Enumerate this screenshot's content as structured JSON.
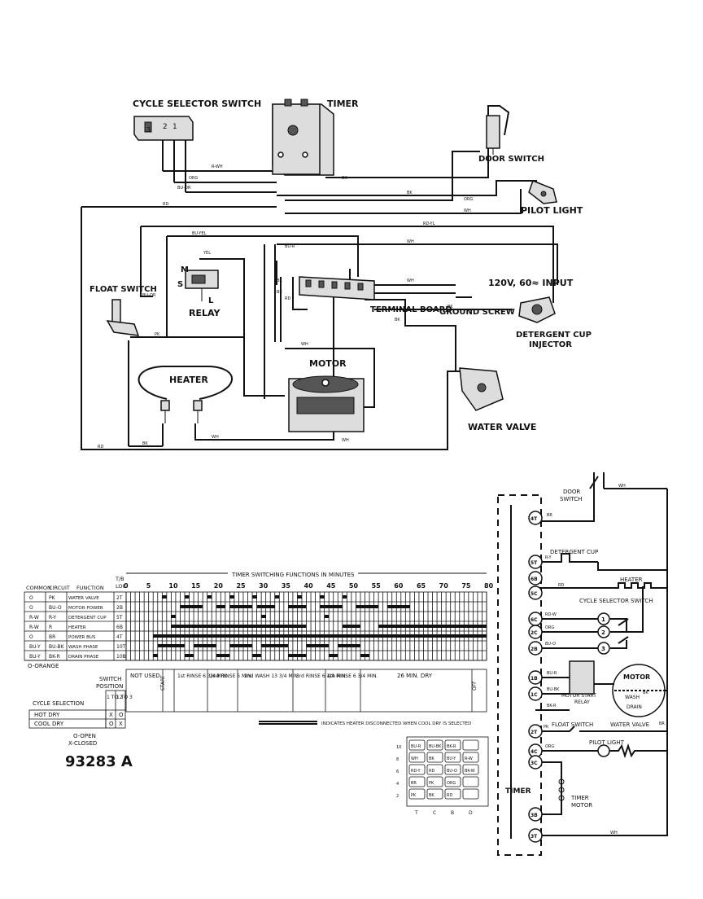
{
  "pictorial": {
    "cycle_selector_switch": "CYCLE SELECTOR SWITCH",
    "timer": "TIMER",
    "door_switch": "DOOR SWITCH",
    "pilot_light": "PILOT LIGHT",
    "relay": "RELAY",
    "float_switch": "FLOAT SWITCH",
    "terminal_board": "TERMINAL BOARD",
    "input": "120V, 60≈ INPUT",
    "ground_screw": "GROUND SCREW",
    "detergent_cup_line1": "DETERGENT CUP",
    "detergent_cup_line2": "INJECTOR",
    "heater": "HEATER",
    "motor": "MOTOR",
    "water_valve": "WATER VALVE",
    "relay_m": "M",
    "relay_s": "S",
    "relay_l": "L",
    "wire_labels": [
      "R-WH",
      "ORG",
      "BU-OR",
      "BK",
      "BK",
      "ORG",
      "WH",
      "YEL",
      "BU-YEL",
      "RD-YL",
      "RD",
      "BU-R",
      "WH",
      "WH",
      "BK",
      "BU-OR",
      "BK",
      "RD",
      "WH",
      "BK",
      "PK",
      "BK",
      "RD",
      "WH",
      "BK",
      "WH"
    ]
  },
  "chart": {
    "header": "TIMER SWITCHING FUNCTIONS IN MINUTES",
    "col_common": "COMMON",
    "col_circuit": "CIRCUIT",
    "col_function": "FUNCTION",
    "col_tb_line1": "T/B",
    "col_tb_line2": "LOC",
    "minutes": [
      "0",
      "5",
      "10",
      "15",
      "20",
      "25",
      "30",
      "35",
      "40",
      "45",
      "50",
      "55",
      "60",
      "65",
      "70",
      "75",
      "80"
    ],
    "rows": [
      {
        "common": "O",
        "circuit": "PK",
        "function": "WATER VALVE",
        "loc": "2T"
      },
      {
        "common": "O",
        "circuit": "BU-O",
        "function": "MOTOR POWER",
        "loc": "2B"
      },
      {
        "common": "R-W",
        "circuit": "R-Y",
        "function": "DETERGENT CUP",
        "loc": "5T"
      },
      {
        "common": "R-W",
        "circuit": "R",
        "function": "HEATER",
        "loc": "6B"
      },
      {
        "common": "O",
        "circuit": "BR",
        "function": "POWER BUS",
        "loc": "4T"
      },
      {
        "common": "BU-Y",
        "circuit": "BU-BK",
        "function": "WASH PHASE",
        "loc": "10T"
      },
      {
        "common": "BU-Y",
        "circuit": "BK-R",
        "function": "DRAIN PHASE",
        "loc": "10B"
      }
    ],
    "orange_note": "O-ORANGE",
    "switch_position_line1": "SWITCH",
    "switch_position_line2": "POSITION",
    "pos_a": "1 TO 2",
    "pos_b": "1 TO 3",
    "cycle_selection": "CYCLE SELECTION",
    "cycles": [
      {
        "name": "HOT DRY",
        "a": "X",
        "b": "O"
      },
      {
        "name": "COOL DRY",
        "a": "O",
        "b": "X"
      }
    ],
    "legend_open": "O-OPEN",
    "legend_closed": "X-CLOSED",
    "phases": [
      "NOT USED",
      "START",
      "1st RINSE 6 3/4 MIN.",
      "2nd RINSE 5 MIN.",
      "2nd WASH 13 3/4 MIN.",
      "3rd RINSE 6 1/4 MIN.",
      "4th RINSE 6 3/4 MIN.",
      "26 MIN. DRY",
      "OFF"
    ],
    "heater_note": "INDICATES HEATER DISCONNECTED WHEN COOL DRY IS SELECTED",
    "part_number": "93283 A"
  },
  "terminal_grid": {
    "row_numbers": [
      "10",
      "8",
      "6",
      "4",
      "2"
    ],
    "cells": [
      [
        "BU-R",
        "BU-BK",
        "BK-R",
        ""
      ],
      [
        "WH",
        "BK",
        "BU-Y",
        "R-W"
      ],
      [
        "RD-Y",
        "RD",
        "BU-O",
        "BK-W"
      ],
      [
        "BR",
        "PK",
        "ORG",
        ""
      ],
      [
        "PK",
        "BK",
        "RD",
        ""
      ]
    ],
    "col_letters": [
      "T",
      "C",
      "B",
      "D"
    ]
  },
  "schematic": {
    "door_switch_line1": "DOOR",
    "door_switch_line2": "SWITCH",
    "detergent_cup": "DETERGENT CUP",
    "heater": "HEATER",
    "cycle_selector_switch": "CYCLE SELECTOR SWITCH",
    "motor": "MOTOR",
    "motor_start_relay_line1": "MOTOR START",
    "motor_start_relay_line2": "RELAY",
    "wash": "WASH",
    "drain": "DRAIN",
    "float_switch": "FLOAT SWITCH",
    "water_valve": "WATER VALVE",
    "pilot_light": "PILOT LIGHT",
    "timer": "TIMER",
    "timer_motor_line1": "TIMER",
    "timer_motor_line2": "MOTOR",
    "nodes": [
      "4T",
      "5T",
      "6B",
      "5C",
      "6C",
      "2C",
      "2B",
      "1B",
      "1C",
      "2T",
      "4C",
      "3C",
      "3B",
      "3T"
    ],
    "switch_nodes": [
      "1",
      "2",
      "3"
    ],
    "wire_labels": [
      "BR",
      "R-Y",
      "RD",
      "RD-W",
      "ORG",
      "BU-O",
      "BU-R",
      "BU-BK",
      "BK-R",
      "PK",
      "ORG",
      "WH",
      "WH",
      "BK",
      "BR"
    ]
  }
}
